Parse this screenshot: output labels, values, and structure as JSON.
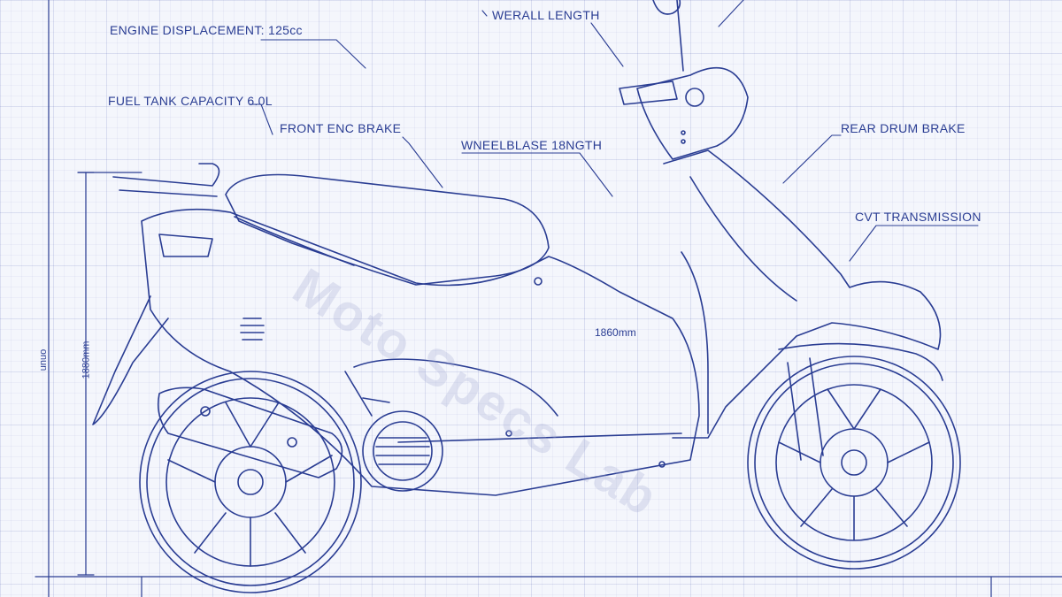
{
  "labels": {
    "engine_displacement": "ENGINE DISPLACEMENT: 125cc",
    "overall_length": "WERALL LENGTH",
    "fuel_tank_capacity": "FUEL TANK CAPACITY  6.0L",
    "front_brake": "FRONT ENC BRAKE",
    "wheelbase": "WNEELBLASE 18NGTH",
    "rear_brake": "REAR DRUM BRAKE",
    "transmission": "CVT TRANSMISSION"
  },
  "dimensions": {
    "length_center": "1860mm",
    "height_inner": "1880mm",
    "height_outer": "unuo"
  },
  "watermark": "Moto Specs Lab",
  "colors": {
    "ink": "#2a3d93",
    "paper": "#f4f6fc"
  }
}
